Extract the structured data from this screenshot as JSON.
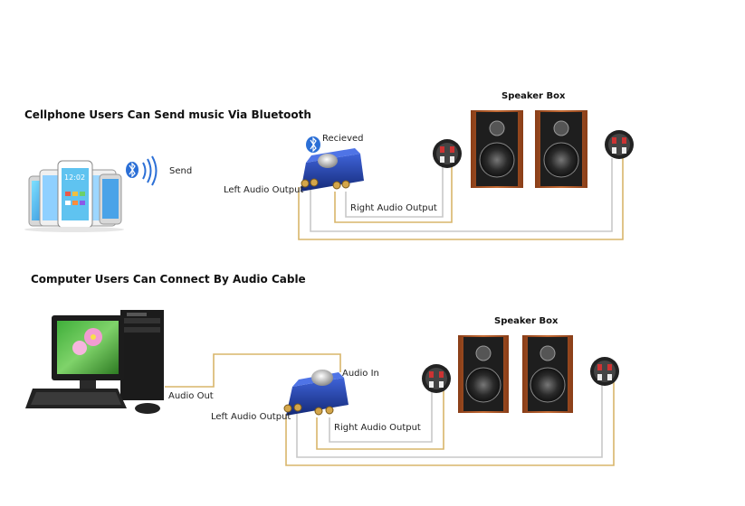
{
  "section_bluetooth": {
    "title": "Cellphone Users Can Send music Via Bluetooth",
    "send_label": "Send",
    "received_label": "Recieved",
    "left_output_label": "Left Audio Output",
    "right_output_label": "Right Audio Output",
    "speaker_box_label": "Speaker Box",
    "phone_clock_text": "12:02"
  },
  "section_cable": {
    "title": "Computer Users Can Connect By Audio Cable",
    "audio_out_label": "Audio Out",
    "audio_in_label": "Audio In",
    "left_output_label": "Left Audio Output",
    "right_output_label": "Right Audio Output",
    "speaker_box_label": "Speaker Box"
  },
  "colors": {
    "cable_white": "#c8c8c8",
    "cable_gold": "#d9b56a",
    "amp_blue": "#1f3c9e",
    "speaker_wood": "#b9612f",
    "bluetooth_blue": "#2b6fd6"
  }
}
